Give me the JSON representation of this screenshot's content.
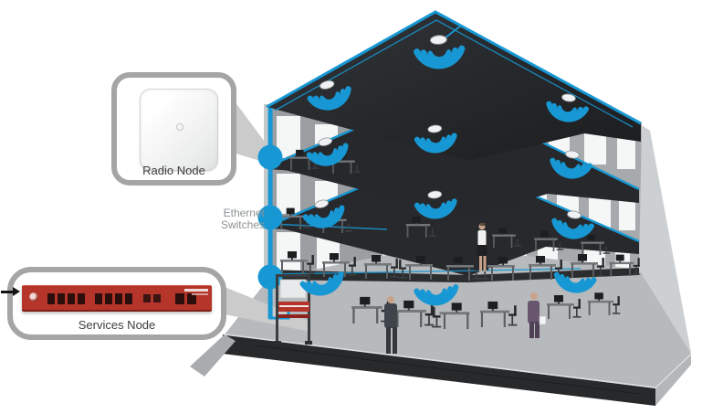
{
  "diagram": {
    "type": "isometric-network-architecture",
    "labels": {
      "radio_node": "Radio Node",
      "services_node": "Services Node",
      "ethernet_switches": [
        "Ethernet",
        "Switches"
      ]
    },
    "colors": {
      "wifi_blue": "#1798d4",
      "slab_dark": "#26282b",
      "interior_wall_gray": "#a3a7aa",
      "exterior_wall_gray": "#cdd0d2",
      "floor_gray": "#b7babc",
      "base_dark": "#27292b",
      "callout_border": "#a5a5a5",
      "callout_background": "#ffffff",
      "services_node_red": "#b5352b",
      "radio_node_body": "#f2f3f3",
      "label_text": "#3e4041",
      "ethernet_label_text": "#8d9295",
      "connector_wedge": "#cbcbcb"
    },
    "elements": {
      "building_floors": 4,
      "radio_nodes_visible": 12,
      "ethernet_switches_visible": 3
    }
  }
}
